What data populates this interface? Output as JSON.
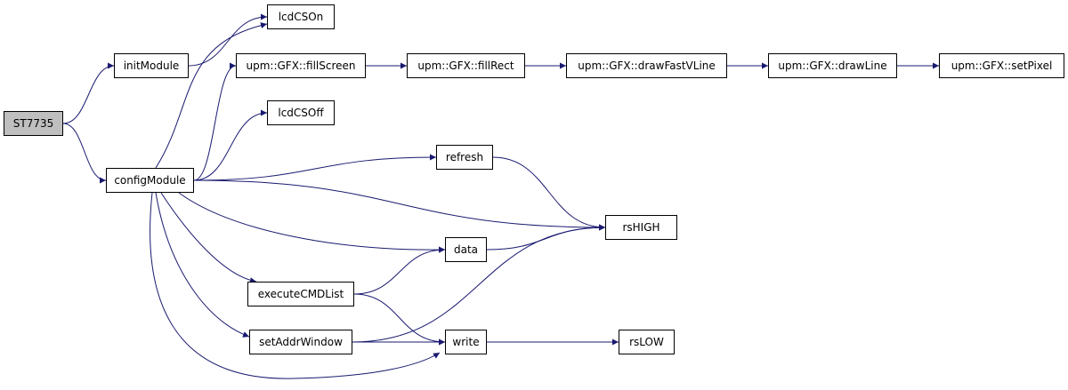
{
  "colors": {
    "edge": "#191970",
    "root_fill": "#bfbfbf",
    "node_fill": "#ffffff",
    "border": "#000000"
  },
  "nodes": {
    "st7735": "ST7735",
    "init_module": "initModule",
    "config_module": "configModule",
    "lcd_cs_on": "lcdCSOn",
    "fill_screen": "upm::GFX::fillScreen",
    "lcd_cs_off": "lcdCSOff",
    "fill_rect": "upm::GFX::fillRect",
    "draw_fast_vline": "upm::GFX::drawFastVLine",
    "draw_line": "upm::GFX::drawLine",
    "set_pixel": "upm::GFX::setPixel",
    "refresh": "refresh",
    "rs_high": "rsHIGH",
    "data": "data",
    "execute_cmd_list": "executeCMDList",
    "set_addr_window": "setAddrWindow",
    "write": "write",
    "rs_low": "rsLOW"
  },
  "edges": [
    [
      "st7735",
      "init_module"
    ],
    [
      "st7735",
      "config_module"
    ],
    [
      "init_module",
      "lcd_cs_on"
    ],
    [
      "config_module",
      "lcd_cs_on"
    ],
    [
      "config_module",
      "fill_screen"
    ],
    [
      "config_module",
      "lcd_cs_off"
    ],
    [
      "config_module",
      "refresh"
    ],
    [
      "config_module",
      "rs_high"
    ],
    [
      "config_module",
      "data"
    ],
    [
      "config_module",
      "execute_cmd_list"
    ],
    [
      "config_module",
      "set_addr_window"
    ],
    [
      "config_module",
      "write"
    ],
    [
      "fill_screen",
      "fill_rect"
    ],
    [
      "fill_rect",
      "draw_fast_vline"
    ],
    [
      "draw_fast_vline",
      "draw_line"
    ],
    [
      "draw_line",
      "set_pixel"
    ],
    [
      "refresh",
      "rs_high"
    ],
    [
      "data",
      "rs_high"
    ],
    [
      "execute_cmd_list",
      "data"
    ],
    [
      "execute_cmd_list",
      "write"
    ],
    [
      "set_addr_window",
      "rs_high"
    ],
    [
      "set_addr_window",
      "write"
    ],
    [
      "write",
      "rs_low"
    ]
  ]
}
